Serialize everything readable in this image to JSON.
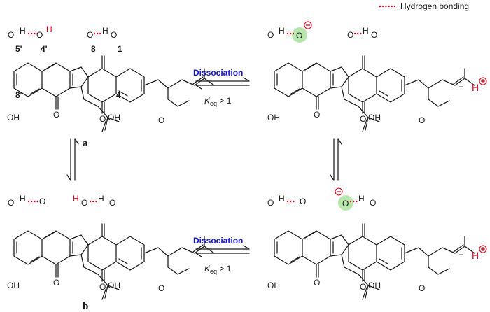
{
  "legend": {
    "label": "Hydrogen bonding"
  },
  "labels": {
    "a": "a",
    "b": "b"
  },
  "numbers": {
    "n5p": "5'",
    "n4p": "4'",
    "n8": "8",
    "n1": "1",
    "n8p": "8'",
    "n4": "4"
  },
  "atoms": {
    "o": "O",
    "oh": "OH",
    "h": "H"
  },
  "reaction": {
    "dissociation": "Dissociation",
    "keq_k": "K",
    "keq_sub": "eq",
    "keq_tail": " > 1",
    "plus": "+",
    "proton": "H"
  },
  "colors": {
    "hbond": "#e0001b",
    "dissociation": "#1a1acc",
    "halo": "#7cd36a",
    "proton": "#e0001b"
  }
}
